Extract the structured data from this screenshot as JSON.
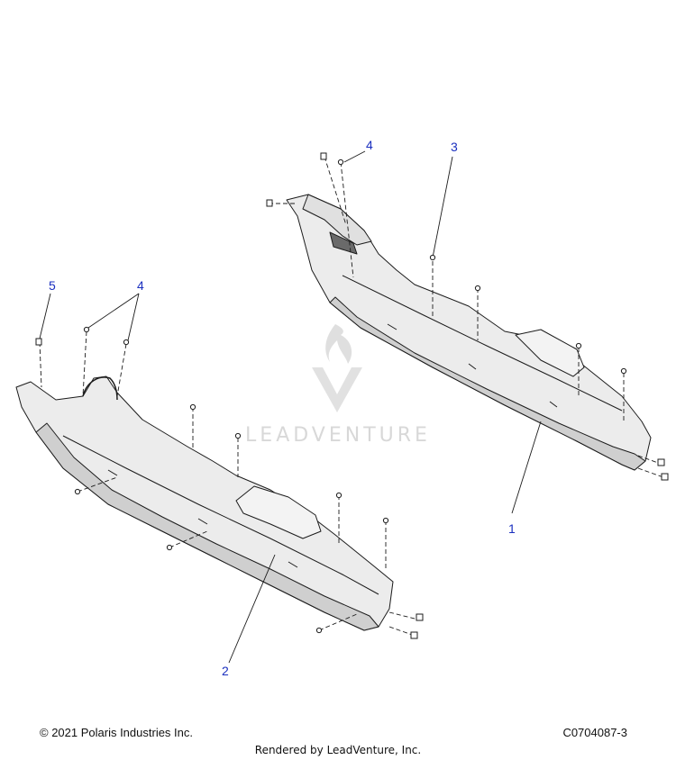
{
  "watermark": {
    "brand": "LEADVENTURE"
  },
  "callouts": [
    {
      "id": "c1",
      "label": "1"
    },
    {
      "id": "c2",
      "label": "2"
    },
    {
      "id": "c3",
      "label": "3"
    },
    {
      "id": "c4a",
      "label": "4"
    },
    {
      "id": "c4b",
      "label": "4"
    },
    {
      "id": "c5",
      "label": "5"
    }
  ],
  "footer": {
    "copyright": "© 2021 Polaris Industries Inc.",
    "part_code": "C0704087-3",
    "rendered_by": "Rendered by LeadVenture, Inc."
  },
  "colors": {
    "callout": "#1a2fbf",
    "line": "#1c1c1c",
    "panel_fill": "#e9e9e9",
    "panel_shade": "#cfcfcf"
  }
}
